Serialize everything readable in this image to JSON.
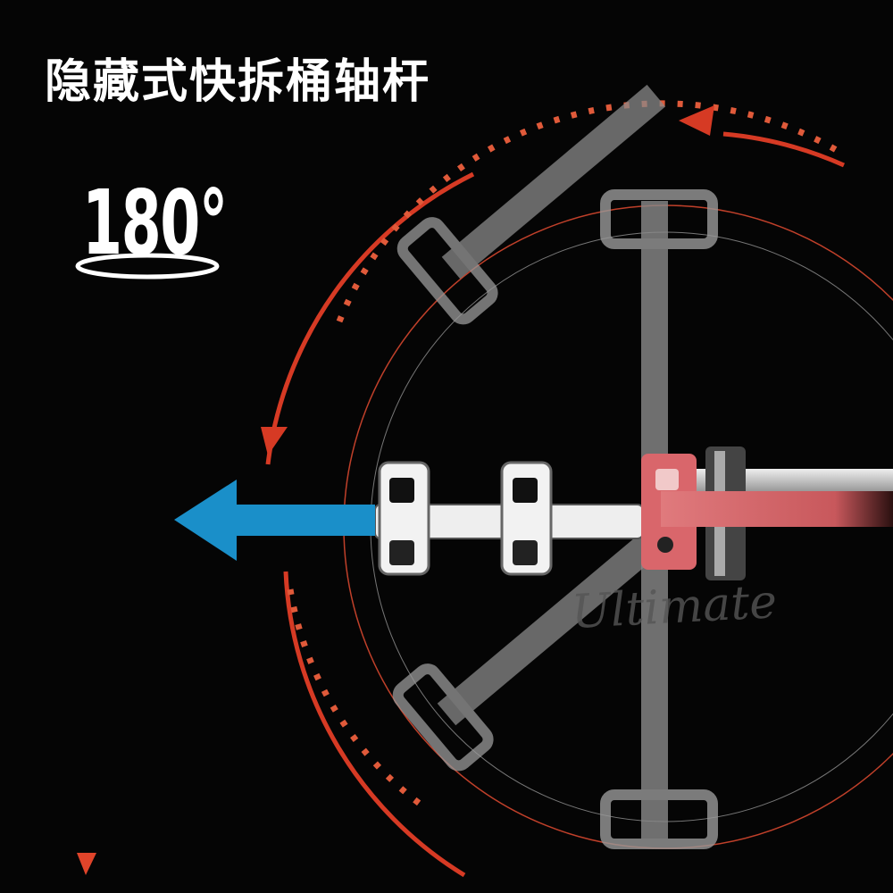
{
  "title": "隐藏式快拆桶轴杆",
  "rotation_label": "180°",
  "brand_watermark": "Ultimate",
  "colors": {
    "background": "#050505",
    "accent_red": "#d63a24",
    "arrow_blue": "#1a8fc9",
    "metal": "#c8c8c8",
    "highlight_pink": "#d9666b"
  }
}
